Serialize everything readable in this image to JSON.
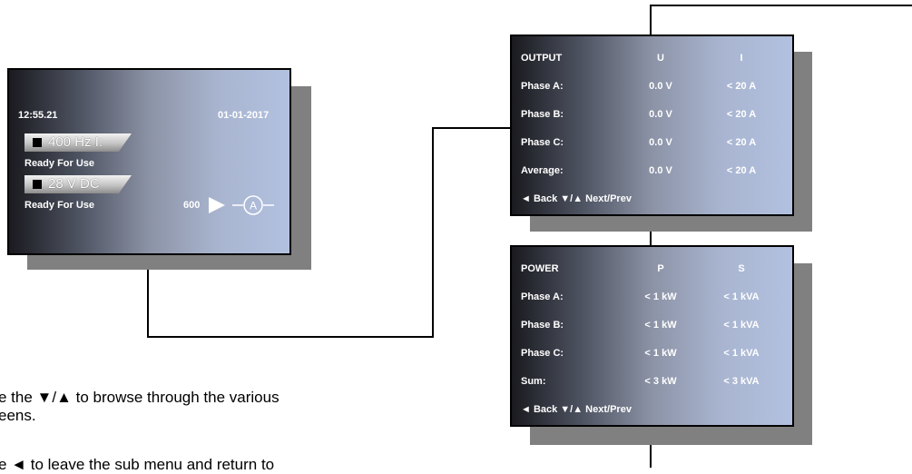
{
  "main_screen": {
    "time": "12:55.21",
    "date": "01-01-2017",
    "mode1_label": "400 Hz I:",
    "mode1_status": "Ready For Use",
    "mode2_label": "28 V DC",
    "mode2_status": "Ready For Use",
    "value": "600",
    "play_icon": "play-triangle-icon",
    "ammeter_icon": "ammeter-icon",
    "ammeter_glyph": "A"
  },
  "output_screen": {
    "title": "OUTPUT",
    "col_u": "U",
    "col_i": "I",
    "rows": [
      {
        "label": "Phase A:",
        "u": "0.0 V",
        "i": "< 20 A"
      },
      {
        "label": "Phase B:",
        "u": "0.0 V",
        "i": "< 20 A"
      },
      {
        "label": "Phase C:",
        "u": "0.0 V",
        "i": "< 20 A"
      },
      {
        "label": "Average:",
        "u": "0.0 V",
        "i": "< 20 A"
      }
    ],
    "nav": "◄ Back  ▼/▲ Next/Prev"
  },
  "power_screen": {
    "title": "POWER",
    "col_p": "P",
    "col_s": "S",
    "rows": [
      {
        "label": "Phase A:",
        "p": "< 1 kW",
        "s": "< 1 kVA"
      },
      {
        "label": "Phase B:",
        "p": "< 1 kW",
        "s": "< 1 kVA"
      },
      {
        "label": "Phase C:",
        "p": "< 1 kW",
        "s": "< 1 kVA"
      },
      {
        "label": "Sum:",
        "p": "< 3 kW",
        "s": "< 3 kVA"
      }
    ],
    "nav": "◄ Back  ▼/▲ Next/Prev"
  },
  "instructions": {
    "line1": "e the ▼/▲ to browse through the various",
    "line2": "eens.",
    "line3": "e ◄ to leave the sub menu and return to"
  },
  "colors": {
    "screen_dark": "#1a1a1f",
    "screen_light": "#b2c1e0",
    "shadow": "#808080",
    "wire": "#000000"
  }
}
